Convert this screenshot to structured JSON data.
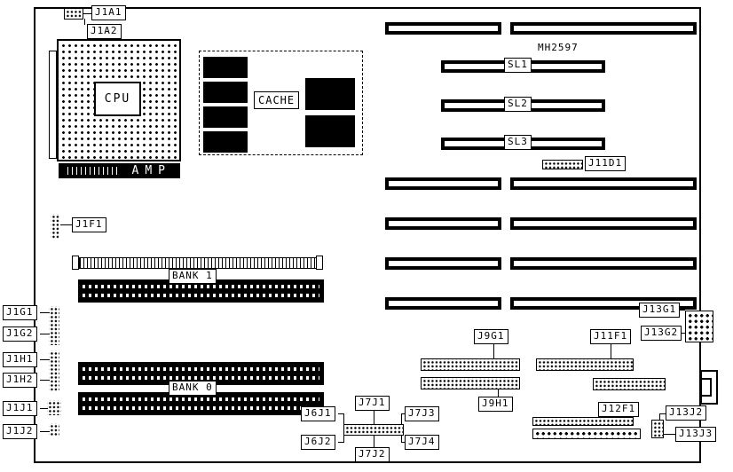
{
  "board": {
    "part_number": "MH2597",
    "cpu": {
      "label": "CPU",
      "marking": "AMP"
    },
    "cache_label": "CACHE",
    "banks": {
      "bank1": "BANK 1",
      "bank0": "BANK 0"
    },
    "slots": {
      "sl1": "SL1",
      "sl2": "SL2",
      "sl3": "SL3"
    },
    "connectors": {
      "j1a1": "J1A1",
      "j1a2": "J1A2",
      "j1f1": "J1F1",
      "j1g1": "J1G1",
      "j1g2": "J1G2",
      "j1h1": "J1H1",
      "j1h2": "J1H2",
      "j1j1": "J1J1",
      "j1j2": "J1J2",
      "j6j1": "J6J1",
      "j6j2": "J6J2",
      "j7j1": "J7J1",
      "j7j2": "J7J2",
      "j7j3": "J7J3",
      "j7j4": "J7J4",
      "j9g1": "J9G1",
      "j9h1": "J9H1",
      "j11d1": "J11D1",
      "j11f1": "J11F1",
      "j12f1": "J12F1",
      "j13g1": "J13G1",
      "j13g2": "J13G2",
      "j13j2": "J13J2",
      "j13j3": "J13J3"
    }
  }
}
